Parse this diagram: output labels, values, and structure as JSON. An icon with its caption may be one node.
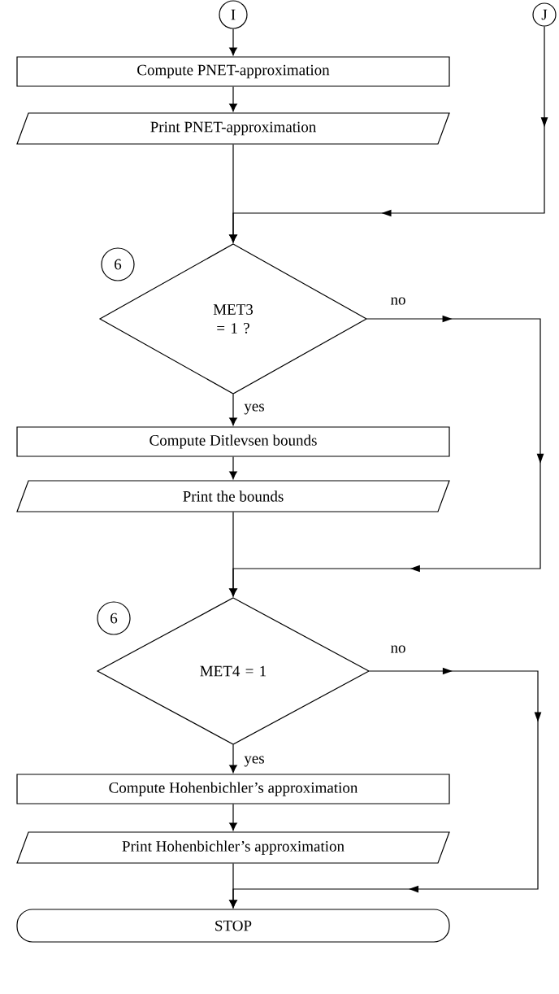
{
  "diagram": {
    "nodes": [
      {
        "text": [
          "I"
        ]
      },
      {
        "text": [
          "J"
        ]
      },
      {
        "text": [
          "Compute PNET-approximation"
        ]
      },
      {
        "text": [
          "Print PNET-approximation"
        ]
      },
      {
        "text": [
          "6"
        ]
      },
      {
        "text": [
          "MET3 = 1 ?"
        ]
      },
      {
        "text": [
          "Compute Ditlevsen bounds"
        ]
      },
      {
        "text": [
          "Print the bounds"
        ]
      },
      {
        "text": [
          "6"
        ]
      },
      {
        "text": [
          "MET4 = 1"
        ]
      },
      {
        "text": [
          "Compute Hohenbichler’s approximation"
        ]
      },
      {
        "text": [
          "Print Hohenbichler’s approximation"
        ]
      },
      {
        "text": [
          "STOP"
        ]
      }
    ],
    "edges": [
      {
        "from": 0,
        "to": 2,
        "arrow": "to"
      },
      {
        "from": 2,
        "to": 3,
        "arrow": "to"
      },
      {
        "from": 1,
        "to": 5,
        "arrow": "to"
      },
      {
        "from": 3,
        "to": 5,
        "arrow": "to"
      },
      {
        "from": 5,
        "to": 6,
        "arrow": "to",
        "label": "yes"
      },
      {
        "from": 5,
        "to": 9,
        "arrow": "to",
        "label": "no"
      },
      {
        "from": 6,
        "to": 7,
        "arrow": "to"
      },
      {
        "from": 7,
        "to": 9,
        "arrow": "to"
      },
      {
        "from": 9,
        "to": 10,
        "arrow": "to",
        "label": "yes"
      },
      {
        "from": 9,
        "to": 12,
        "arrow": "to",
        "label": "no"
      },
      {
        "from": 10,
        "to": 11,
        "arrow": "to"
      },
      {
        "from": 11,
        "to": 12,
        "arrow": "to"
      }
    ]
  }
}
